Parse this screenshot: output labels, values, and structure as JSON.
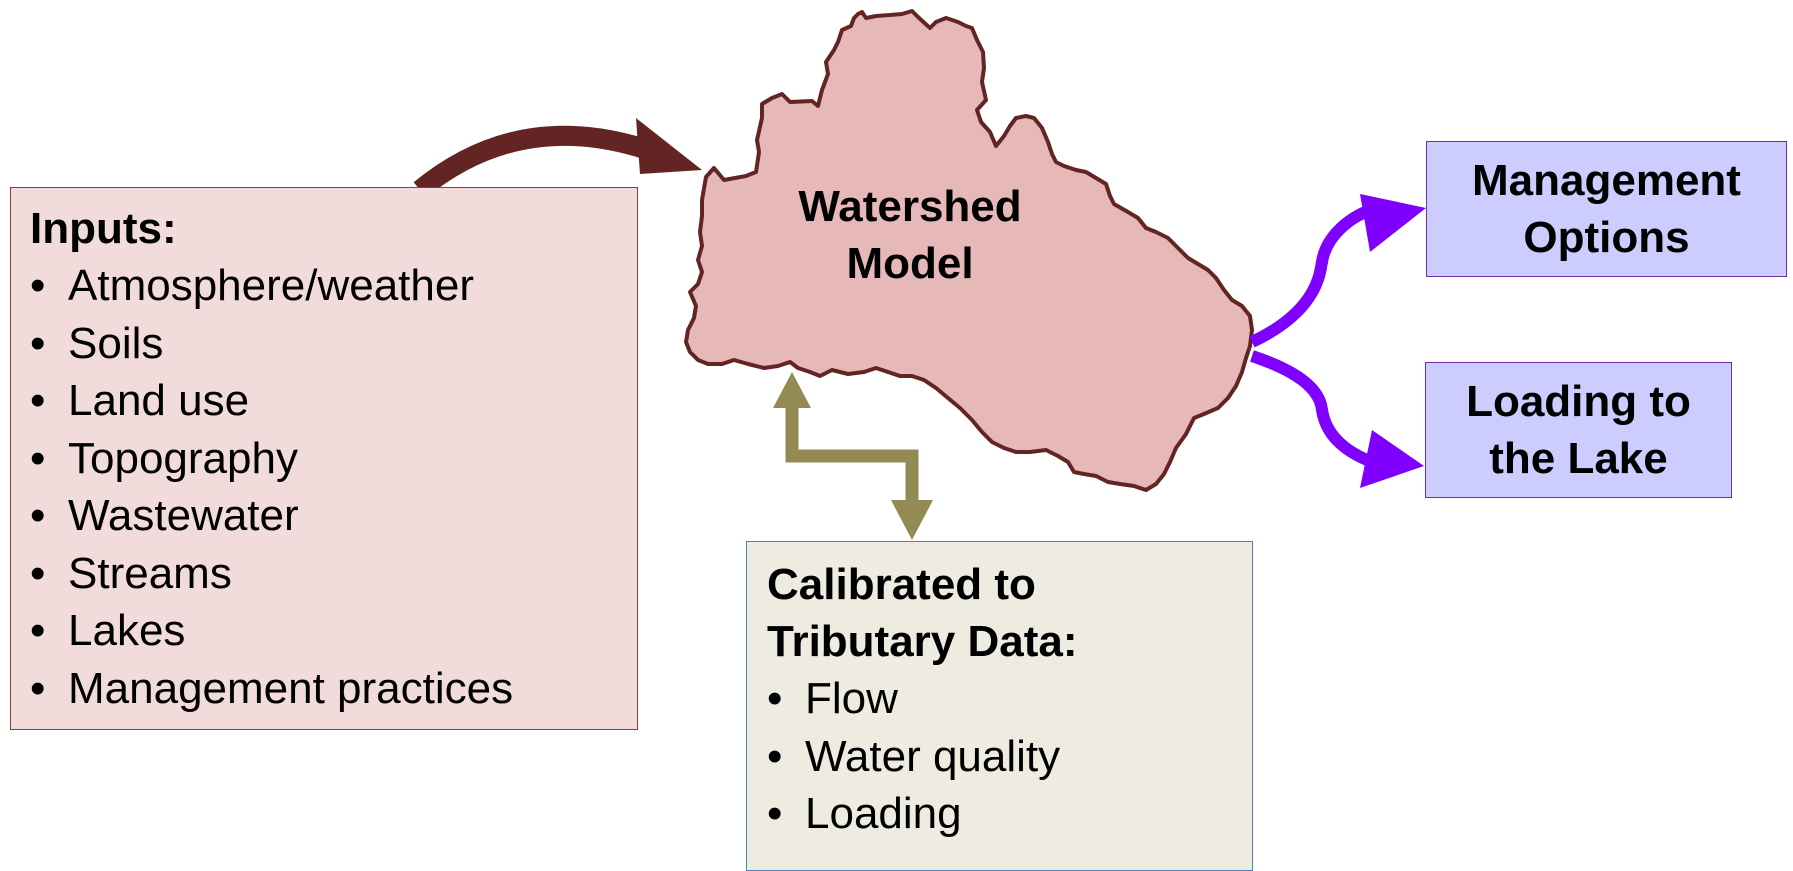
{
  "watershed": {
    "title_line1": "Watershed",
    "title_line2": "Model",
    "fill": "#e6b8b7",
    "stroke": "#632523"
  },
  "inputs": {
    "heading": "Inputs:",
    "items": [
      "Atmosphere/weather",
      "Soils",
      "Land use",
      "Topography",
      "Wastewater",
      "Streams",
      "Lakes",
      "Management practices"
    ],
    "fill": "#f2dcdb",
    "border": "#953735"
  },
  "calibration": {
    "heading_line1": "Calibrated to",
    "heading_line2": "Tributary Data:",
    "items": [
      "Flow",
      "Water quality",
      "Loading"
    ],
    "fill": "#eeece1",
    "border": "#4f81bd"
  },
  "outputs": {
    "management_line1": "Management",
    "management_line2": "Options",
    "loading_line1": "Loading to",
    "loading_line2": "the Lake",
    "fill": "#ccccff",
    "border": "#7030a0"
  },
  "arrows": {
    "input_color": "#632523",
    "calibration_color": "#948a54",
    "output_color": "#7f00ff"
  },
  "bullet_char": "•"
}
